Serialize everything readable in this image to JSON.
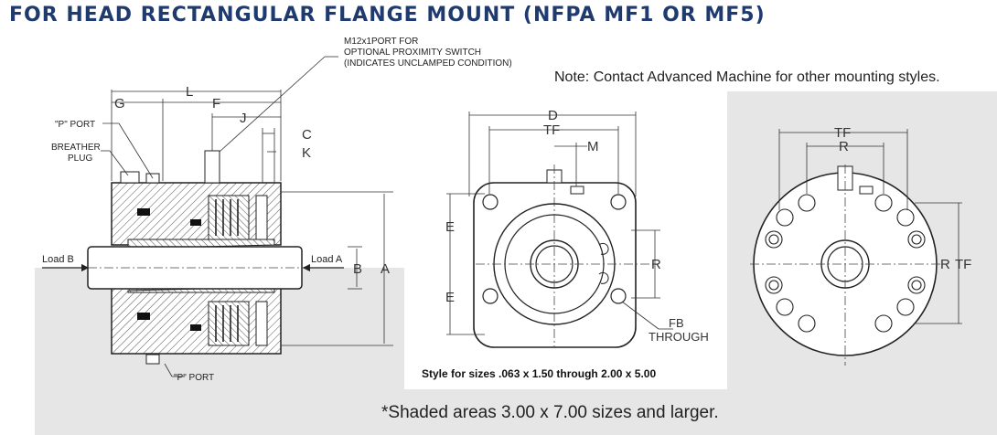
{
  "title": "FOR HEAD RECTANGULAR FLANGE MOUNT (NFPA MF1 OR MF5)",
  "note": "Note: Contact Advanced Machine for other mounting styles.",
  "callout_port": [
    "M12x1PORT FOR",
    "OPTIONAL PROXIMITY SWITCH",
    "(INDICATES UNCLAMPED CONDITION)"
  ],
  "side_view": {
    "p_port_top": "\"P\" PORT",
    "breather": [
      "BREATHER",
      "PLUG"
    ],
    "p_port_bottom": "\"P\" PORT",
    "load_b": "Load B",
    "load_a": "Load A",
    "dims": {
      "L": "L",
      "G": "G",
      "F": "F",
      "J": "J",
      "C": "C",
      "K": "K",
      "B": "B",
      "A": "A"
    }
  },
  "front_view": {
    "dims": {
      "D": "D",
      "TF": "TF",
      "M": "M",
      "E_top": "E",
      "E_bottom": "E",
      "R": "R"
    },
    "fb": [
      "FB",
      "THROUGH"
    ],
    "caption": "Style for sizes .063 x 1.50 through 2.00 x 5.00"
  },
  "round_view": {
    "dims": {
      "TF_top": "TF",
      "R_top": "R",
      "R_side": "R",
      "TF_side": "TF"
    }
  },
  "footnote": "*Shaded areas 3.00 x 7.00 sizes and larger.",
  "colors": {
    "title": "#1f3a6e",
    "shade": "#e6e6e6",
    "line": "#222222"
  }
}
